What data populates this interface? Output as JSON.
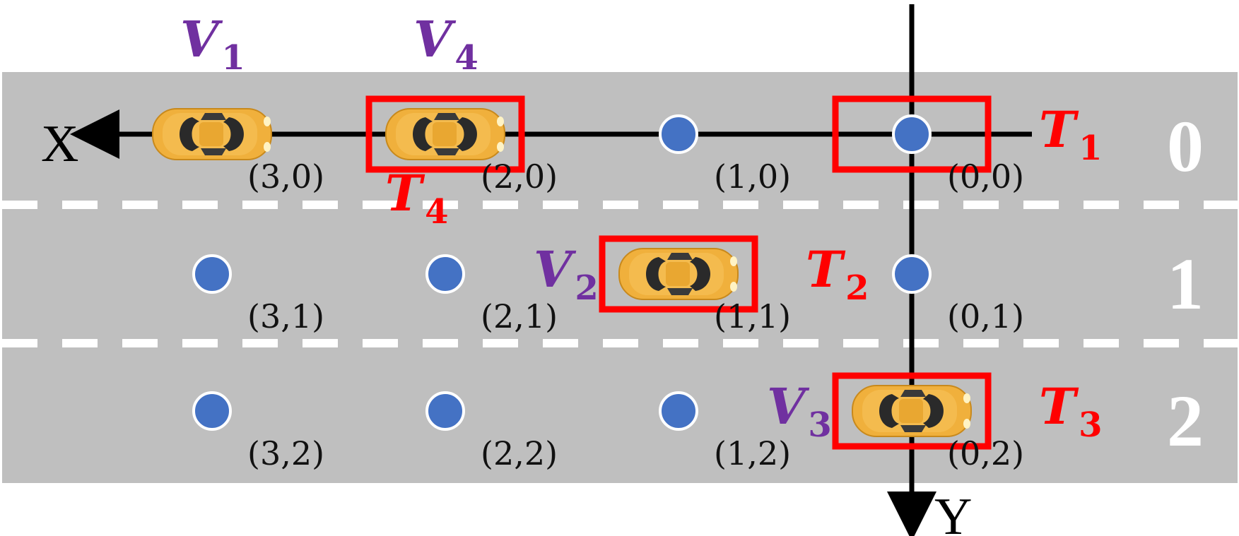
{
  "axes": {
    "x_label": "X",
    "y_label": "Y"
  },
  "lane_numbers": [
    "0",
    "1",
    "2"
  ],
  "grid_points": [
    {
      "label": "(3,0)",
      "col": 3,
      "row": 0
    },
    {
      "label": "(2,0)",
      "col": 2,
      "row": 0
    },
    {
      "label": "(1,0)",
      "col": 1,
      "row": 0
    },
    {
      "label": "(0,0)",
      "col": 0,
      "row": 0
    },
    {
      "label": "(3,1)",
      "col": 3,
      "row": 1
    },
    {
      "label": "(2,1)",
      "col": 2,
      "row": 1
    },
    {
      "label": "(1,1)",
      "col": 1,
      "row": 1
    },
    {
      "label": "(0,1)",
      "col": 0,
      "row": 1
    },
    {
      "label": "(3,2)",
      "col": 3,
      "row": 2
    },
    {
      "label": "(2,2)",
      "col": 2,
      "row": 2
    },
    {
      "label": "(1,2)",
      "col": 1,
      "row": 2
    },
    {
      "label": "(0,2)",
      "col": 0,
      "row": 2
    }
  ],
  "vehicles": [
    {
      "letter": "V",
      "sub": "1",
      "col": 3,
      "row": 0
    },
    {
      "letter": "V",
      "sub": "4",
      "col": 2,
      "row": 0
    },
    {
      "letter": "V",
      "sub": "2",
      "col": 1,
      "row": 1
    },
    {
      "letter": "V",
      "sub": "3",
      "col": 0,
      "row": 2
    }
  ],
  "targets": [
    {
      "letter": "T",
      "sub": "1",
      "col": 0,
      "row": 0
    },
    {
      "letter": "T",
      "sub": "4",
      "col": 2,
      "row": 0
    },
    {
      "letter": "T",
      "sub": "2",
      "col": 1,
      "row": 1
    },
    {
      "letter": "T",
      "sub": "3",
      "col": 0,
      "row": 2
    }
  ],
  "colors": {
    "road": "#bfbfbf",
    "lane_divider": "#ffffff",
    "grid_point": "#4472c4",
    "vehicle_label": "#7030a0",
    "target_label": "#ff0000",
    "target_box": "#ff0000",
    "car_body": "#f0b03c"
  }
}
